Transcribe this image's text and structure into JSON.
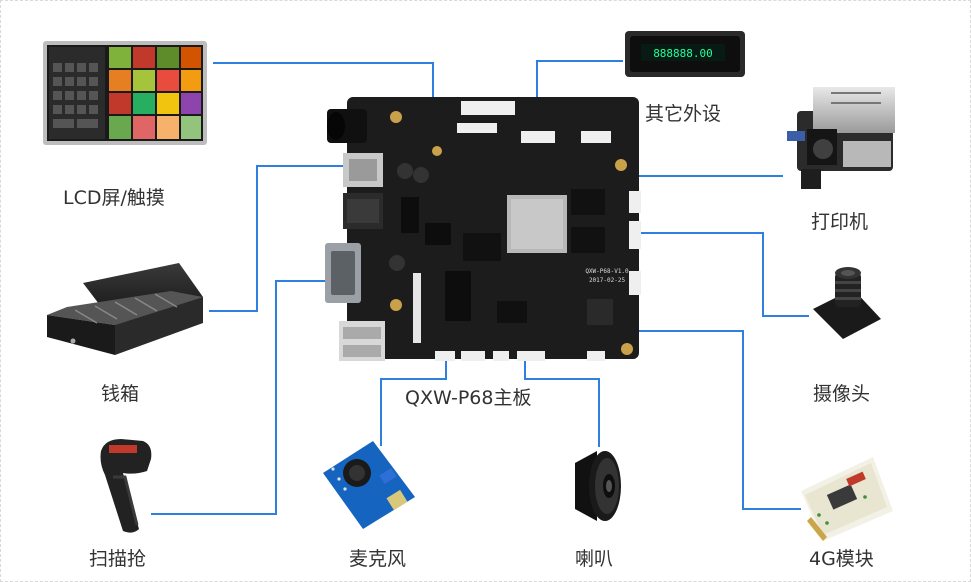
{
  "board": {
    "name": "QXW-P68主板",
    "silk_model": "QXW-P68-V1.0",
    "silk_date": "2017-02-25"
  },
  "peripherals": {
    "lcd": {
      "label": "LCD屏/触摸"
    },
    "other": {
      "label": "其它外设",
      "display_value": "888888.00"
    },
    "printer": {
      "label": "打印机"
    },
    "cash_drawer": {
      "label": "钱箱"
    },
    "camera": {
      "label": "摄像头"
    },
    "scanner": {
      "label": "扫描抢"
    },
    "microphone": {
      "label": "麦克风"
    },
    "speaker": {
      "label": "喇叭"
    },
    "module_4g": {
      "label": "4G模块"
    }
  },
  "colors": {
    "connector_line": "#2f7fe0",
    "board": "#1c1c1c",
    "label_text": "#333333"
  }
}
